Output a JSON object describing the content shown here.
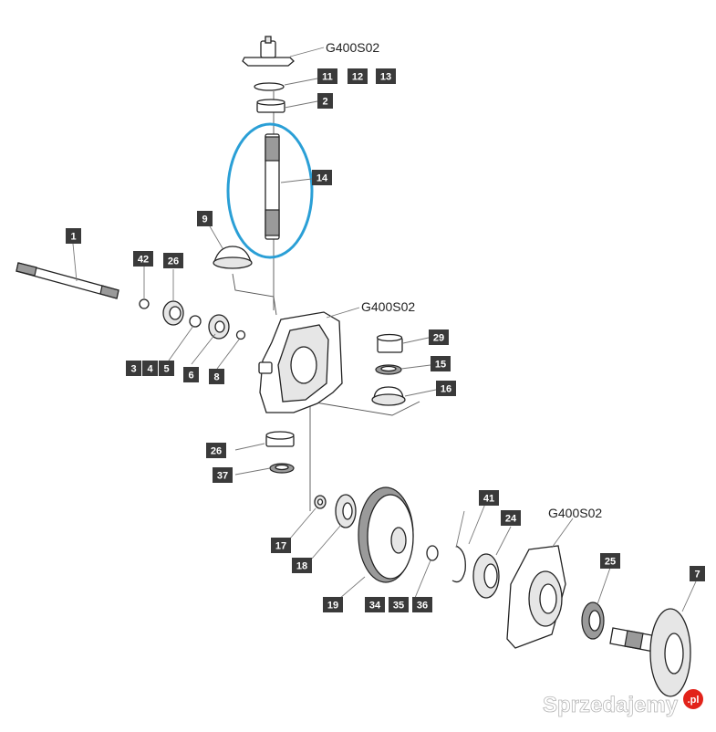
{
  "part_labels": [
    "1",
    "2",
    "3",
    "4",
    "5",
    "6",
    "7",
    "8",
    "9",
    "11",
    "12",
    "13",
    "14",
    "15",
    "16",
    "17",
    "18",
    "19",
    "24",
    "25",
    "26",
    "26",
    "29",
    "34",
    "35",
    "36",
    "37",
    "41",
    "42"
  ],
  "assembly_codes": [
    "G400S02",
    "G400S02",
    "G400S02"
  ],
  "watermark": {
    "text": "Sprzedajemy",
    "suffix": ".pl",
    "accent": "#e2231a"
  },
  "highlight_color": "#2a9fd6",
  "label_color": "#3a3a3a"
}
